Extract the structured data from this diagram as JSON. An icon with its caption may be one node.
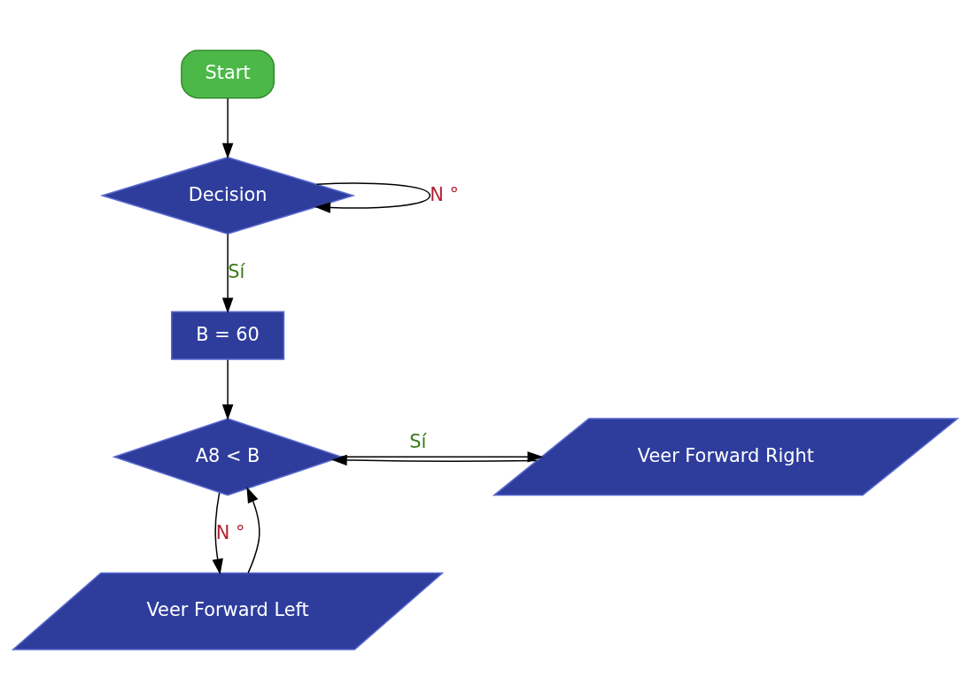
{
  "diagram": {
    "nodes": [
      {
        "text": [
          "Start"
        ]
      },
      {
        "text": [
          "Decision"
        ]
      },
      {
        "text": [
          "B = 60"
        ]
      },
      {
        "text": [
          "A8 < B"
        ]
      },
      {
        "text": [
          "Veer Forward Right"
        ]
      },
      {
        "text": [
          "Veer Forward Left"
        ]
      }
    ],
    "edges": [
      {
        "from": 0,
        "to": 1,
        "arrow": "to"
      },
      {
        "from": 1,
        "to": 1,
        "arrow": "to",
        "label": "N °"
      },
      {
        "from": 1,
        "to": 2,
        "arrow": "to",
        "label": "Sí"
      },
      {
        "from": 2,
        "to": 3,
        "arrow": "to"
      },
      {
        "from": 3,
        "to": 4,
        "arrow": "to",
        "label": "Sí"
      },
      {
        "from": 3,
        "to": 5,
        "arrow": "to",
        "label": "N °"
      },
      {
        "from": 4,
        "to": 3,
        "arrow": "to"
      },
      {
        "from": 5,
        "to": 3,
        "arrow": "to"
      }
    ]
  }
}
